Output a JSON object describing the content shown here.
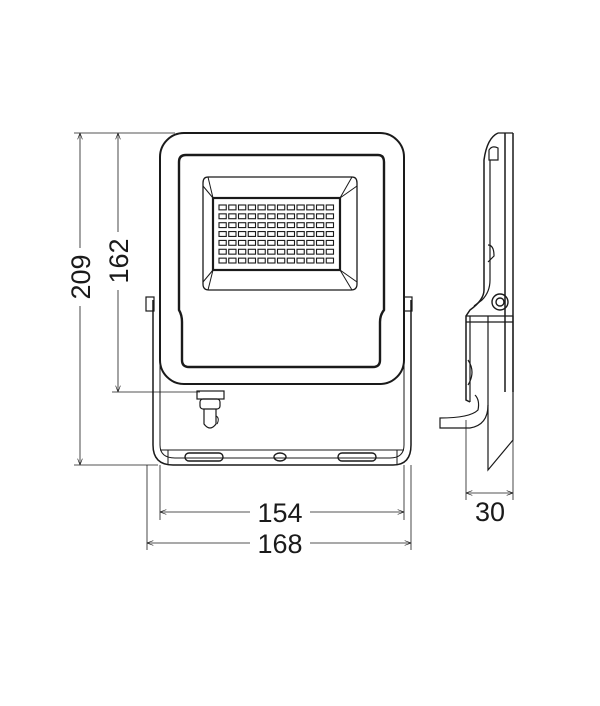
{
  "dimensions": {
    "overall_height": "209",
    "body_height": "162",
    "body_width": "154",
    "overall_width": "168",
    "depth": "30"
  },
  "led_grid": {
    "columns": 12,
    "rows": 7
  },
  "colors": {
    "line": "#1a1a1a",
    "background": "#ffffff"
  }
}
